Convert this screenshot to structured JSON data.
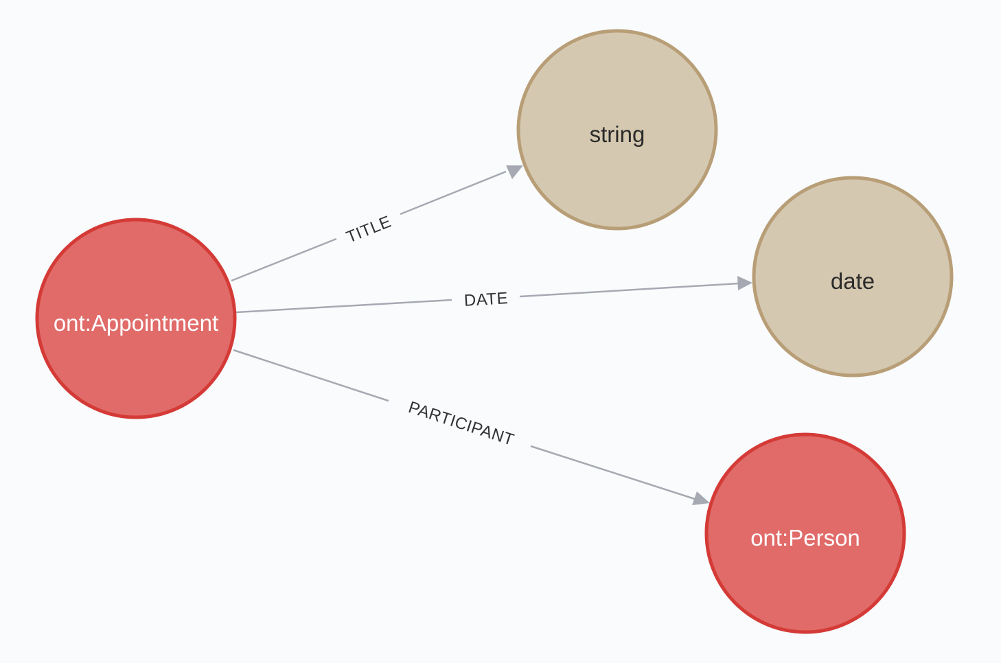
{
  "colors": {
    "background": "#f9fbfd",
    "class_node_fill": "#e06b69",
    "class_node_stroke": "#d43a36",
    "class_node_text": "#ffffff",
    "datatype_node_fill": "#d5c8b0",
    "datatype_node_stroke": "#b89e77",
    "datatype_node_text": "#2b2b2b",
    "edge": "#a6a9b2",
    "edge_text": "#333333"
  },
  "nodes": {
    "appointment": {
      "label": "ont:Appointment",
      "kind": "class"
    },
    "string": {
      "label": "string",
      "kind": "datatype"
    },
    "date": {
      "label": "date",
      "kind": "datatype"
    },
    "person": {
      "label": "ont:Person",
      "kind": "class"
    }
  },
  "edges": {
    "title": {
      "label": "TITLE",
      "from": "appointment",
      "to": "string"
    },
    "date": {
      "label": "DATE",
      "from": "appointment",
      "to": "date"
    },
    "participant": {
      "label": "PARTICIPANT",
      "from": "appointment",
      "to": "person"
    }
  }
}
